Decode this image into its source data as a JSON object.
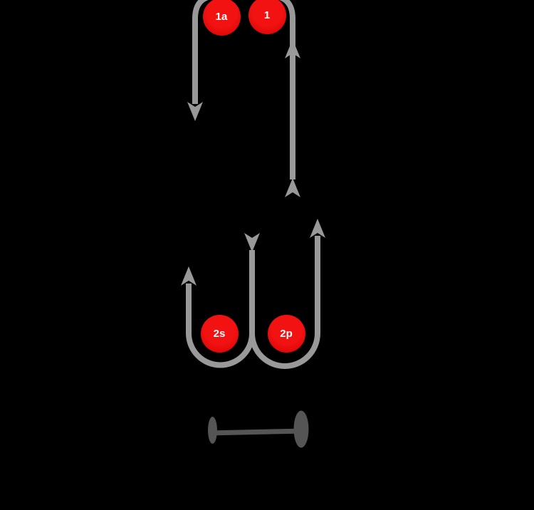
{
  "colors": {
    "background": "#000000",
    "route_arrow": "#999999",
    "equipment": "#555555",
    "player_center": "#f21212",
    "player_edge": "#d40000",
    "player_label": "#ffffff"
  },
  "players": [
    {
      "label": "1a"
    },
    {
      "label": "1"
    },
    {
      "label": "2s"
    },
    {
      "label": "2p"
    }
  ],
  "routes": [
    {
      "id": "route-1",
      "arrowheads": [
        "up-start",
        "up-mid",
        "down-end"
      ]
    },
    {
      "id": "route-2s",
      "arrowheads": [
        "down-start",
        "up-end"
      ]
    },
    {
      "id": "route-2p",
      "arrowheads": [
        "up-end"
      ]
    }
  ],
  "equipment_items": [
    {
      "name": "barbell"
    }
  ]
}
